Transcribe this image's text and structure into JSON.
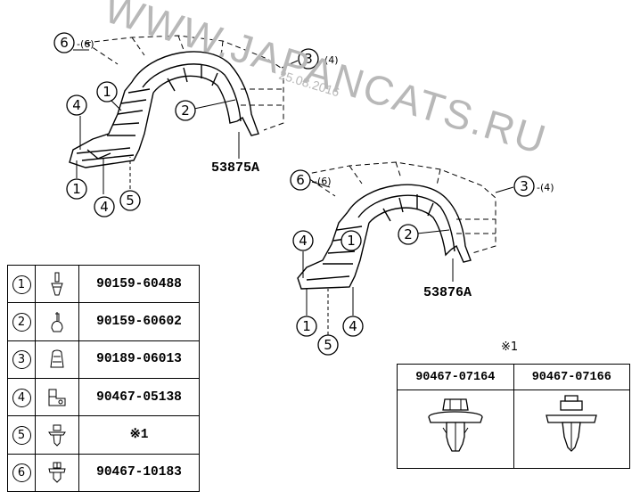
{
  "watermark": {
    "text": "WWW.JAPANCATS.RU",
    "date": "25.08.2016"
  },
  "assemblies": [
    {
      "part_number": "53875A"
    },
    {
      "part_number": "53876A"
    }
  ],
  "callouts": {
    "one": "1",
    "two": "2",
    "three": "3",
    "four": "4",
    "five": "5",
    "six": "6",
    "qty_three": "-(4)",
    "qty_six": "-(6)"
  },
  "parts_table": [
    {
      "ref": "1",
      "icon": "clip-screw-icon",
      "part_number": "90159-60488"
    },
    {
      "ref": "2",
      "icon": "clip-round-icon",
      "part_number": "90159-60602"
    },
    {
      "ref": "3",
      "icon": "clip-nut-icon",
      "part_number": "90189-06013"
    },
    {
      "ref": "4",
      "icon": "bracket-clip-icon",
      "part_number": "90467-05138"
    },
    {
      "ref": "5",
      "icon": "push-clip-icon",
      "part_number": "※1"
    },
    {
      "ref": "6",
      "icon": "rivet-clip-icon",
      "part_number": "90467-10183"
    }
  ],
  "alternatives": {
    "ref": "※1",
    "items": [
      {
        "part_number": "90467-07164",
        "icon": "push-rivet-icon"
      },
      {
        "part_number": "90467-07166",
        "icon": "push-clip-alt-icon"
      }
    ]
  }
}
